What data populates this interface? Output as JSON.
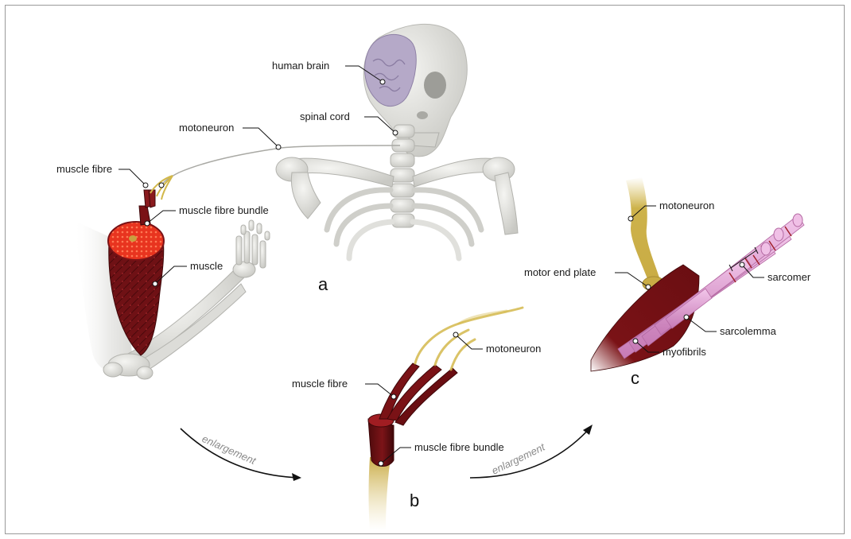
{
  "labels": {
    "human_brain": "human brain",
    "spinal_cord": "spinal cord",
    "motoneuron_a": "motoneuron",
    "muscle_fibre_a": "muscle fibre",
    "muscle_fibre_bundle_a": "muscle fibre bundle",
    "muscle_a": "muscle",
    "motoneuron_b": "motoneuron",
    "muscle_fibre_b": "muscle fibre",
    "muscle_fibre_bundle_b": "muscle fibre bundle",
    "motoneuron_c": "motoneuron",
    "motor_end_plate": "motor end plate",
    "sarcomer": "sarcomer",
    "sarcolemma": "sarcolemma",
    "myofibrils": "myofibrils"
  },
  "panels": {
    "a": "a",
    "b": "b",
    "c": "c"
  },
  "arrows": {
    "enlargement_1": "enlargement",
    "enlargement_2": "enlargement"
  },
  "colors": {
    "bone": "#e4e4e0",
    "brain": "#b7abc7",
    "muscle": "#7a1216",
    "muscle_cut": "#e23b22",
    "nerve": "#d8bf55",
    "myofibril": "#e6a6d8"
  }
}
